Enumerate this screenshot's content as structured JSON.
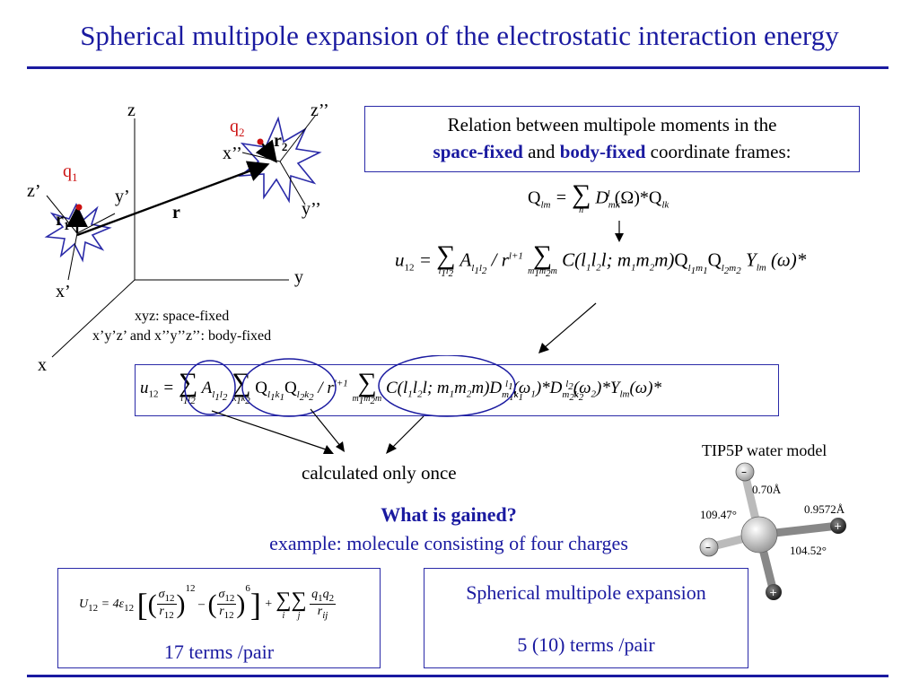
{
  "slide": {
    "title": "Spherical multipole expansion of  the electrostatic interaction energy",
    "relation_text_1": "Relation between multipole moments in the",
    "space_fixed": "space-fixed",
    "and": "and",
    "body_fixed": "body-fixed",
    "relation_text_2": "coordinate frames:",
    "axis_z": "z",
    "axis_y": "y",
    "axis_x": "x",
    "axis_z1": "z’",
    "axis_y1": "y’",
    "axis_x1": "x’",
    "axis_z2": "z’’",
    "axis_y2": "y’’",
    "axis_x2": "x’’",
    "charge_q1": "q",
    "charge_q1_sub": "1",
    "charge_q2": "q",
    "charge_q2_sub": "2",
    "vec_r": "r",
    "vec_r1": "r",
    "vec_r1_sub": "1",
    "vec_r2": "r",
    "vec_r2_sub": "2",
    "caption_1": "xyz: space-fixed",
    "caption_2": "x’y’z’ and x’’y’’z’’: body-fixed",
    "calculated_once": "calculated only once",
    "tip5p_bold": "TIP5P",
    "tip5p_rest": "water model",
    "water_length_1": "0.70Å",
    "water_length_2": "0.9572Å",
    "water_angle_1": "109.47°",
    "water_angle_2": "104.52°",
    "what_gained": "What is gained?",
    "example": "example: molecule consisting of  four charges",
    "terms_17": "17 terms /pair",
    "spherical_expansion": "Spherical multipole expansion",
    "terms_5": "5 (10) terms /pair",
    "colors": {
      "accent_blue": "#1a1aa0",
      "charge_red": "#cc1111"
    }
  }
}
